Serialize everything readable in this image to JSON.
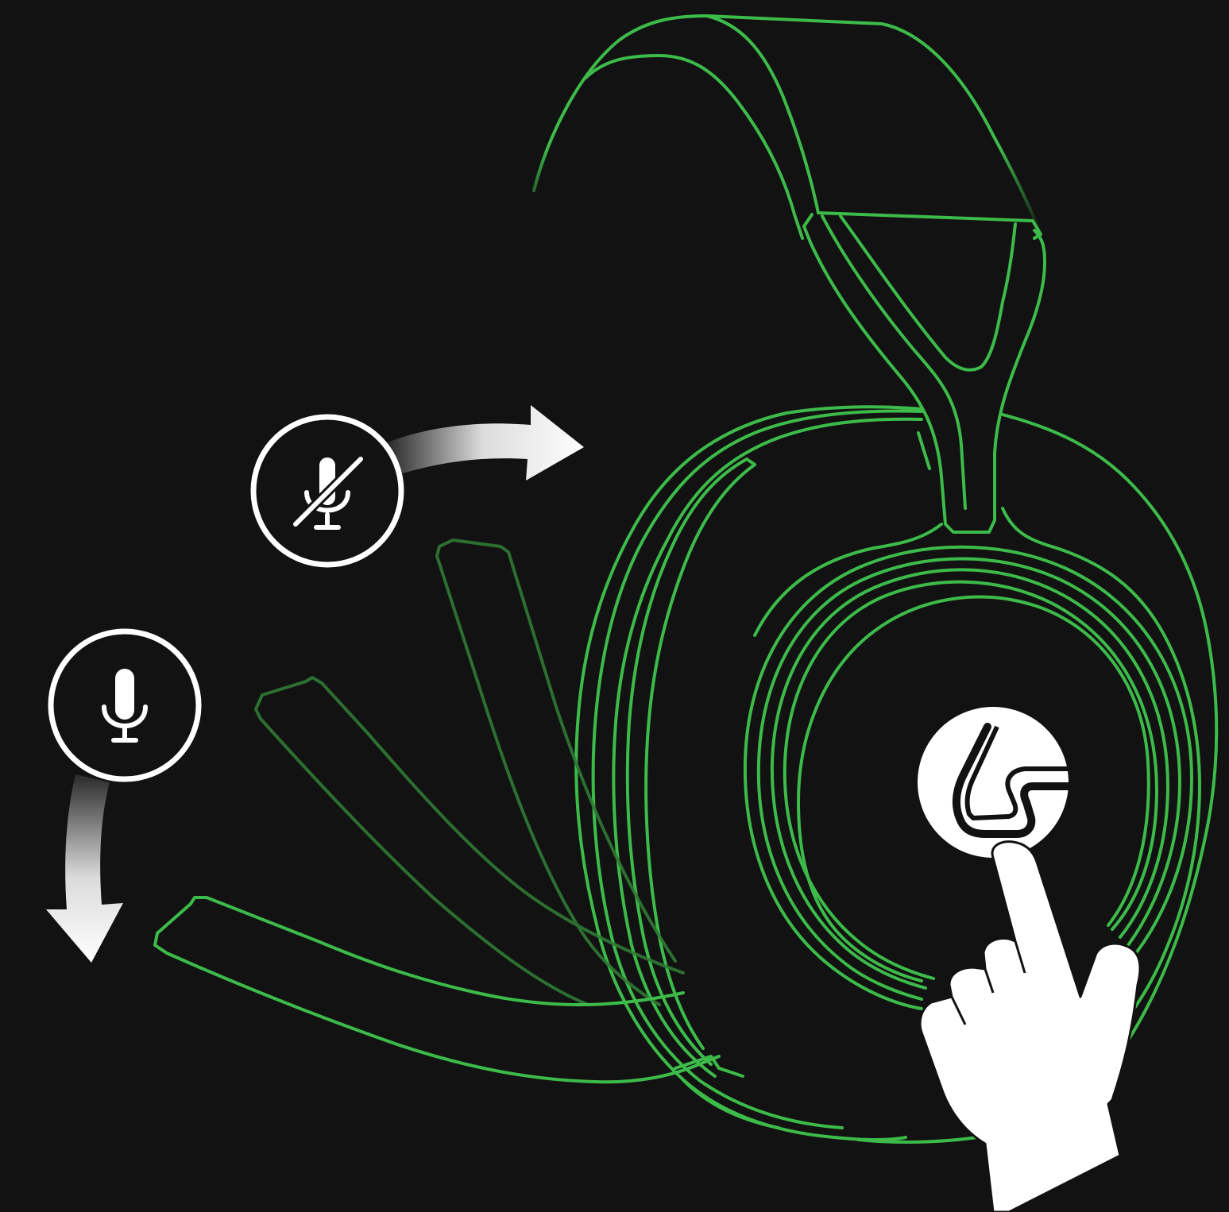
{
  "colors": {
    "background": "#121212",
    "outline": "#3dbb4a",
    "outline_faded": "#2f7a35",
    "icon_white": "#ffffff"
  },
  "illustration": {
    "subject": "headset-icon",
    "states": [
      {
        "id": "mic-muted",
        "icon": "mic-muted-icon",
        "mic_position": "up"
      },
      {
        "id": "mic-live",
        "icon": "mic-icon",
        "mic_position": "down"
      }
    ],
    "logo": "logo-g-icon",
    "gesture": "press-hand-icon"
  }
}
